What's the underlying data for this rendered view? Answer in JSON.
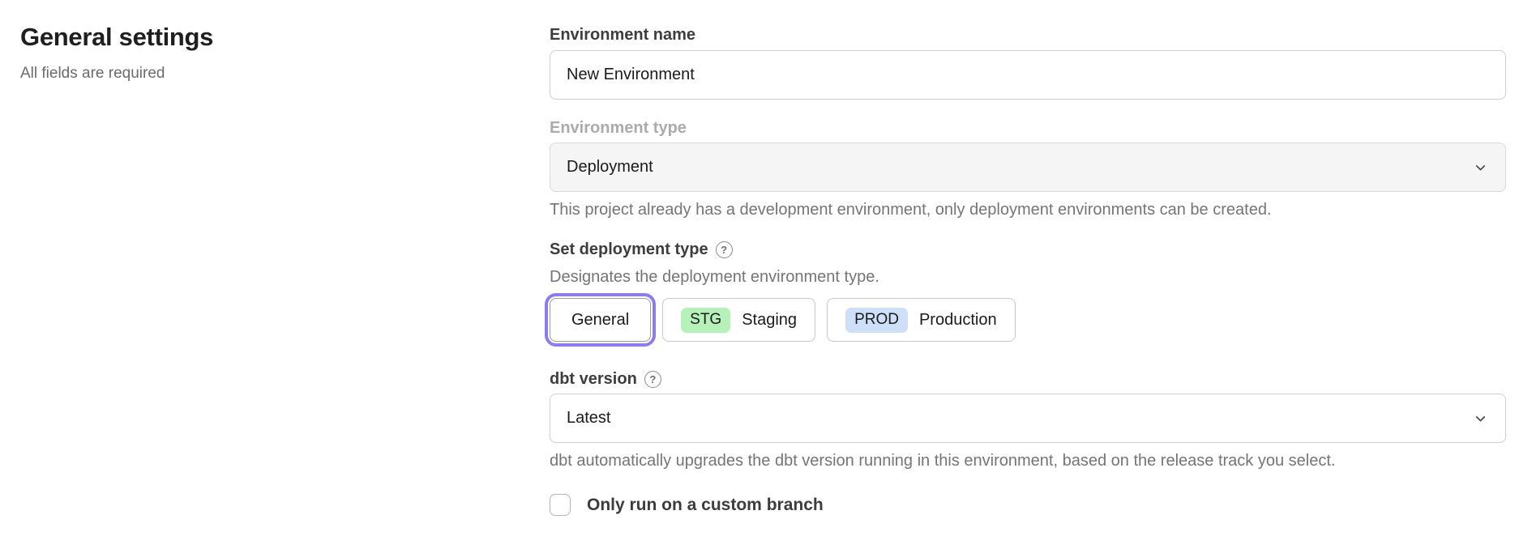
{
  "page": {
    "title": "General settings",
    "subtitle": "All fields are required"
  },
  "form": {
    "environment_name": {
      "label": "Environment name",
      "value": "New Environment"
    },
    "environment_type": {
      "label": "Environment type",
      "value": "Deployment",
      "disabled": true,
      "helper": "This project already has a development environment, only deployment environments can be created."
    },
    "deployment_type": {
      "label": "Set deployment type",
      "help_icon": "?",
      "helper": "Designates the deployment environment type.",
      "options": [
        {
          "label": "General",
          "selected": true
        },
        {
          "badge": "STG",
          "label": "Staging",
          "badge_color": "#b5f1b9"
        },
        {
          "badge": "PROD",
          "label": "Production",
          "badge_color": "#cde0f8"
        }
      ]
    },
    "dbt_version": {
      "label": "dbt version",
      "help_icon": "?",
      "value": "Latest",
      "helper": "dbt automatically upgrades the dbt version running in this environment, based on the release track you select."
    },
    "custom_branch": {
      "label": "Only run on a custom branch",
      "checked": false
    }
  },
  "icons": {
    "chevron_down": "chevron-down",
    "help_circle": "question-mark-circle"
  },
  "colors": {
    "selected_outline": "#8b7cf0",
    "staging_badge": "#b5f1b9",
    "production_badge": "#cde0f8",
    "disabled_field_bg": "#f5f5f5"
  }
}
